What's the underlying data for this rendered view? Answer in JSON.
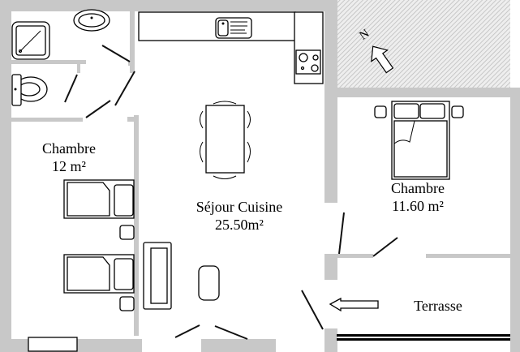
{
  "rooms": {
    "chambre1": {
      "name": "Chambre",
      "area": "12 m²"
    },
    "sejour": {
      "name": "Séjour Cuisine",
      "area": "25.50m²"
    },
    "chambre2": {
      "name": "Chambre",
      "area": "11.60 m²"
    },
    "terrasse": {
      "name": "Terrasse"
    }
  },
  "compass": {
    "label": "N"
  },
  "colors": {
    "wall": "#c8c8c8",
    "line": "#000000"
  }
}
